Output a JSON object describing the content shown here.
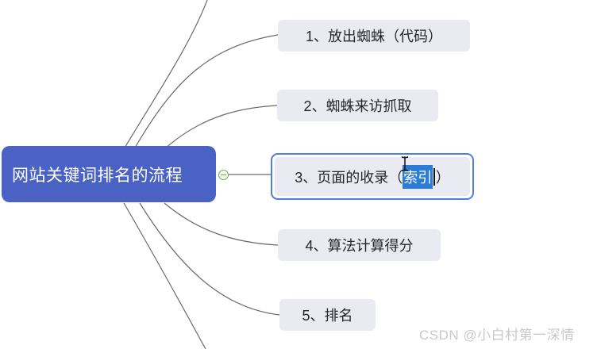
{
  "central_topic": {
    "label": "网站关键词排名的流程"
  },
  "branches": [
    {
      "label": "1、放出蜘蛛（代码）"
    },
    {
      "label": "2、蜘蛛来访抓取"
    },
    {
      "text_before": "3、页面的收录（",
      "text_selected": "索引",
      "text_after": "）"
    },
    {
      "label": "4、算法计算得分"
    },
    {
      "label": "5、排名"
    }
  ],
  "collapse_button": {
    "symbol": "−"
  },
  "watermark": {
    "text": "CSDN @小白村第一深情"
  },
  "colors": {
    "central_topic_bg": "#4a62c4",
    "central_topic_text": "#ffffff",
    "branch_bg": "#e9eaf2",
    "branch_text": "#26262e",
    "selection_border": "#4d7ee0",
    "text_highlight_bg": "#2b7cd9",
    "text_highlight_text": "#ffffff",
    "connector_line": "#6a6a6a",
    "collapse_button_green": "#76a851",
    "watermark_text": "#c9c9c9"
  }
}
